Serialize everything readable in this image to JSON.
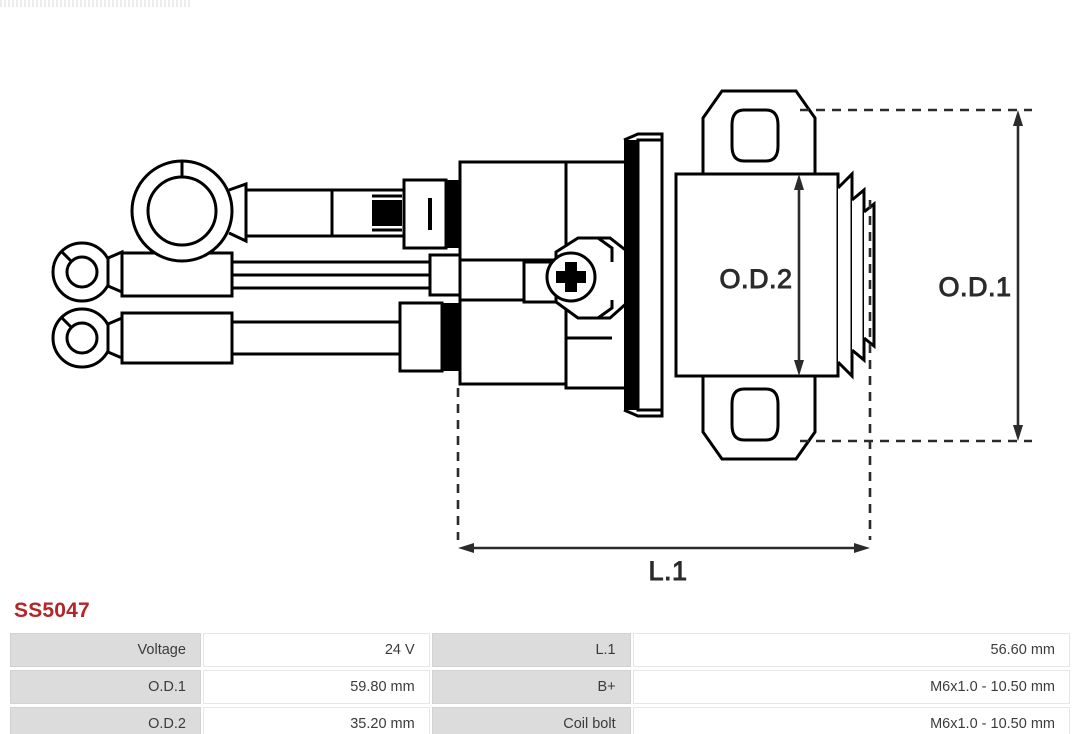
{
  "part": {
    "number": "SS5047"
  },
  "diagram": {
    "type": "starter-solenoid-technical-drawing",
    "labels": {
      "od1": "O.D.1",
      "od2": "O.D.2",
      "l1": "L.1"
    }
  },
  "spec_table": {
    "rows": [
      {
        "label_left": "Voltage",
        "value_left": "24 V",
        "label_right": "L.1",
        "value_right": "56.60 mm"
      },
      {
        "label_left": "O.D.1",
        "value_left": "59.80 mm",
        "label_right": "B+",
        "value_right": "M6x1.0 - 10.50 mm"
      },
      {
        "label_left": "O.D.2",
        "value_left": "35.20 mm",
        "label_right": "Coil bolt",
        "value_right": "M6x1.0 - 10.50 mm"
      }
    ]
  },
  "colors": {
    "part_number": "#b32629",
    "label_cell_bg": "#dcdcdc",
    "line": "#000000",
    "dim_line": "#2b2b2b"
  }
}
